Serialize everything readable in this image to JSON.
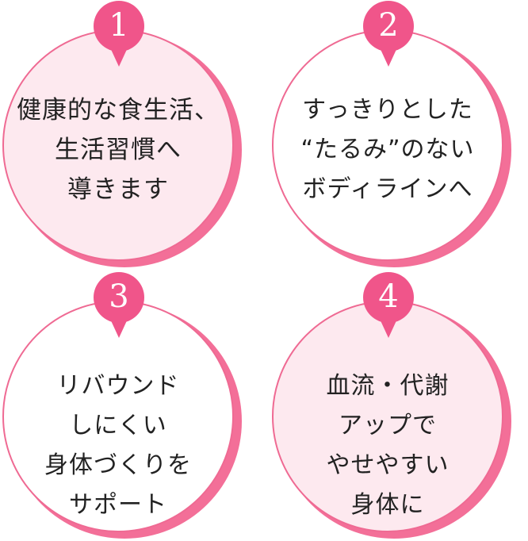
{
  "colors": {
    "accent": "#ef6a93",
    "badge": "#f0558a",
    "tint": "#fde9ef",
    "text": "#222222"
  },
  "cards": [
    {
      "number": "1",
      "lines": [
        "健康的な食生活、",
        "生活習慣へ",
        "導きます"
      ]
    },
    {
      "number": "2",
      "lines": [
        "すっきりとした",
        "“たるみ”のない",
        "ボディラインへ"
      ]
    },
    {
      "number": "3",
      "lines": [
        "リバウンド",
        "しにくい",
        "身体づくりを",
        "サポート"
      ]
    },
    {
      "number": "4",
      "lines": [
        "血流・代謝",
        "アップで",
        "やせやすい",
        "身体に"
      ]
    }
  ]
}
